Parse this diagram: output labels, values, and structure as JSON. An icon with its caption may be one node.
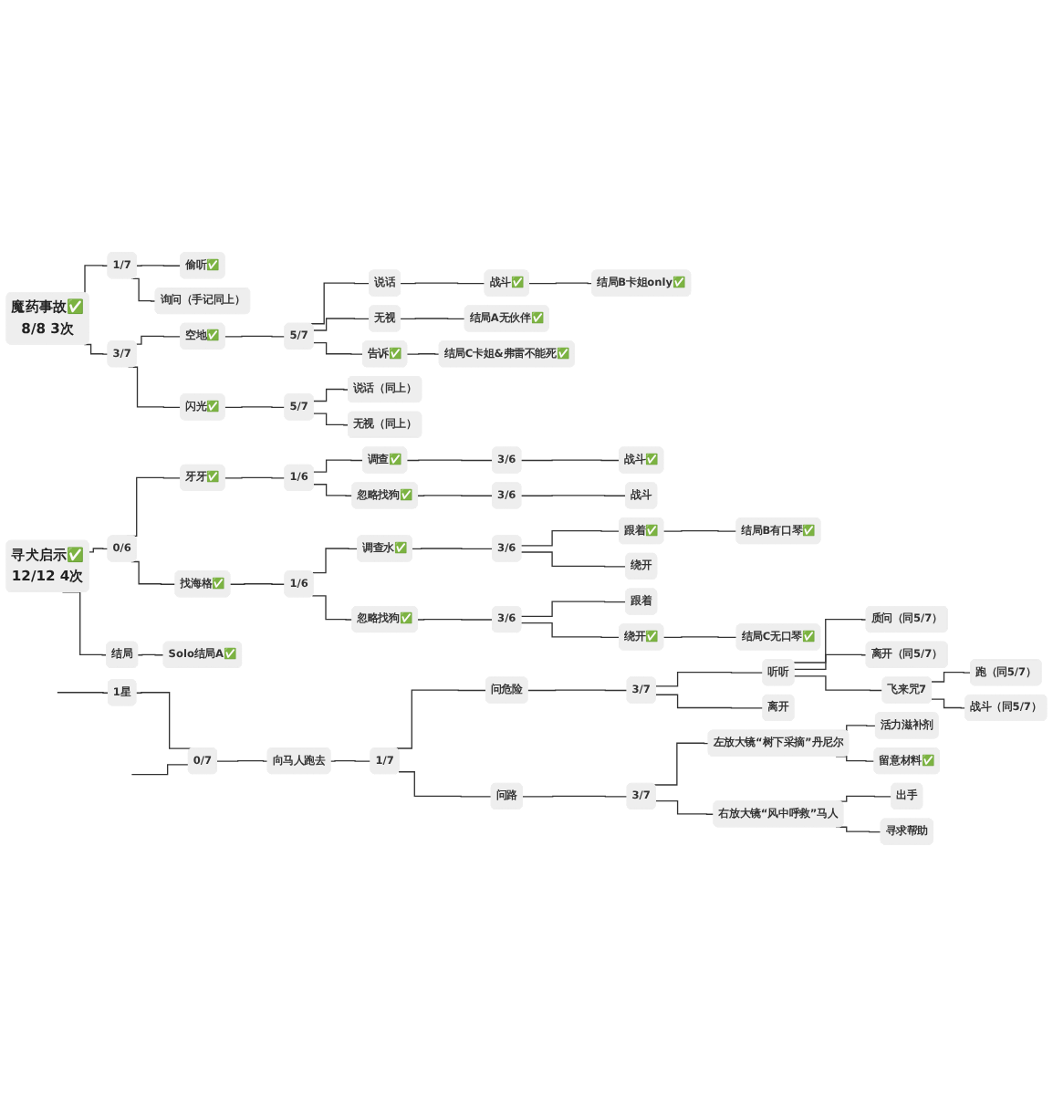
{
  "diagram": {
    "nodes": [
      {
        "text": [
          "魔药事故✅",
          "8/8 3次"
        ]
      },
      {
        "text": [
          "1/7"
        ]
      },
      {
        "text": [
          "偷听✅"
        ]
      },
      {
        "text": [
          "询问（手记同上）"
        ]
      },
      {
        "text": [
          "3/7"
        ]
      },
      {
        "text": [
          "空地✅"
        ]
      },
      {
        "text": [
          "5/7"
        ]
      },
      {
        "text": [
          "说话"
        ]
      },
      {
        "text": [
          "战斗✅"
        ]
      },
      {
        "text": [
          "结局B卡姐only✅"
        ]
      },
      {
        "text": [
          "无视"
        ]
      },
      {
        "text": [
          "结局A无伙伴✅"
        ]
      },
      {
        "text": [
          "告诉✅"
        ]
      },
      {
        "text": [
          "结局C卡姐&弗雷不能死✅"
        ]
      },
      {
        "text": [
          "闪光✅"
        ]
      },
      {
        "text": [
          "5/7"
        ]
      },
      {
        "text": [
          "说话（同上）"
        ]
      },
      {
        "text": [
          "无视（同上）"
        ]
      },
      {
        "text": [
          "寻犬启示✅",
          "12/12 4次"
        ]
      },
      {
        "text": [
          "0/6"
        ]
      },
      {
        "text": [
          "牙牙✅"
        ]
      },
      {
        "text": [
          "1/6"
        ]
      },
      {
        "text": [
          "调查✅"
        ]
      },
      {
        "text": [
          "3/6"
        ]
      },
      {
        "text": [
          "战斗✅"
        ]
      },
      {
        "text": [
          "忽略找狗✅"
        ]
      },
      {
        "text": [
          "3/6"
        ]
      },
      {
        "text": [
          "战斗"
        ]
      },
      {
        "text": [
          "找海格✅"
        ]
      },
      {
        "text": [
          "1/6"
        ]
      },
      {
        "text": [
          "调查水✅"
        ]
      },
      {
        "text": [
          "3/6"
        ]
      },
      {
        "text": [
          "跟着✅"
        ]
      },
      {
        "text": [
          "结局B有口琴✅"
        ]
      },
      {
        "text": [
          "绕开"
        ]
      },
      {
        "text": [
          "忽略找狗✅"
        ]
      },
      {
        "text": [
          "3/6"
        ]
      },
      {
        "text": [
          "跟着"
        ]
      },
      {
        "text": [
          "绕开✅"
        ]
      },
      {
        "text": [
          "结局C无口琴✅"
        ]
      },
      {
        "text": [
          "结局"
        ]
      },
      {
        "text": [
          "Solo结局A✅"
        ]
      },
      {
        "text": [
          "1星"
        ]
      },
      {
        "text": [
          "0/7"
        ]
      },
      {
        "text": [
          "向马人跑去"
        ]
      },
      {
        "text": [
          "1/7"
        ]
      },
      {
        "text": [
          "问危险"
        ]
      },
      {
        "text": [
          "3/7"
        ]
      },
      {
        "text": [
          "听听"
        ]
      },
      {
        "text": [
          "质问（同5/7）"
        ]
      },
      {
        "text": [
          "离开（同5/7）"
        ]
      },
      {
        "text": [
          "飞来咒7"
        ]
      },
      {
        "text": [
          "跑（同5/7）"
        ]
      },
      {
        "text": [
          "战斗（同5/7）"
        ]
      },
      {
        "text": [
          "离开"
        ]
      },
      {
        "text": [
          "问路"
        ]
      },
      {
        "text": [
          "3/7"
        ]
      },
      {
        "text": [
          "左放大镜“树下采摘”丹尼尔"
        ]
      },
      {
        "text": [
          "活力滋补剂"
        ]
      },
      {
        "text": [
          "留意材料✅"
        ]
      },
      {
        "text": [
          "右放大镜“风中呼救”马人"
        ]
      },
      {
        "text": [
          "出手"
        ]
      },
      {
        "text": [
          "寻求帮助"
        ]
      }
    ],
    "edges": [
      {
        "from": 0,
        "to": 1,
        "arrow": "none"
      },
      {
        "from": 1,
        "to": 2,
        "arrow": "none"
      },
      {
        "from": 1,
        "to": 3,
        "arrow": "none"
      },
      {
        "from": 0,
        "to": 4,
        "arrow": "none"
      },
      {
        "from": 4,
        "to": 5,
        "arrow": "none"
      },
      {
        "from": 5,
        "to": 6,
        "arrow": "none"
      },
      {
        "from": 6,
        "to": 7,
        "arrow": "none"
      },
      {
        "from": 7,
        "to": 8,
        "arrow": "none"
      },
      {
        "from": 8,
        "to": 9,
        "arrow": "none"
      },
      {
        "from": 6,
        "to": 10,
        "arrow": "none"
      },
      {
        "from": 10,
        "to": 11,
        "arrow": "none"
      },
      {
        "from": 6,
        "to": 12,
        "arrow": "none"
      },
      {
        "from": 12,
        "to": 13,
        "arrow": "none"
      },
      {
        "from": 4,
        "to": 14,
        "arrow": "none"
      },
      {
        "from": 14,
        "to": 15,
        "arrow": "none"
      },
      {
        "from": 15,
        "to": 16,
        "arrow": "none"
      },
      {
        "from": 15,
        "to": 17,
        "arrow": "none"
      },
      {
        "from": 18,
        "to": 19,
        "arrow": "none"
      },
      {
        "from": 19,
        "to": 20,
        "arrow": "none"
      },
      {
        "from": 20,
        "to": 21,
        "arrow": "none"
      },
      {
        "from": 21,
        "to": 22,
        "arrow": "none"
      },
      {
        "from": 22,
        "to": 23,
        "arrow": "none"
      },
      {
        "from": 23,
        "to": 24,
        "arrow": "none"
      },
      {
        "from": 21,
        "to": 25,
        "arrow": "none"
      },
      {
        "from": 25,
        "to": 26,
        "arrow": "none"
      },
      {
        "from": 26,
        "to": 27,
        "arrow": "none"
      },
      {
        "from": 19,
        "to": 28,
        "arrow": "none"
      },
      {
        "from": 28,
        "to": 29,
        "arrow": "none"
      },
      {
        "from": 29,
        "to": 30,
        "arrow": "none"
      },
      {
        "from": 30,
        "to": 31,
        "arrow": "none"
      },
      {
        "from": 31,
        "to": 32,
        "arrow": "none"
      },
      {
        "from": 32,
        "to": 33,
        "arrow": "none"
      },
      {
        "from": 31,
        "to": 34,
        "arrow": "none"
      },
      {
        "from": 29,
        "to": 35,
        "arrow": "none"
      },
      {
        "from": 35,
        "to": 36,
        "arrow": "none"
      },
      {
        "from": 36,
        "to": 37,
        "arrow": "none"
      },
      {
        "from": 36,
        "to": 38,
        "arrow": "none"
      },
      {
        "from": 38,
        "to": 39,
        "arrow": "none"
      },
      {
        "from": 18,
        "to": 40,
        "arrow": "none"
      },
      {
        "from": 40,
        "to": 41,
        "arrow": "none"
      },
      {
        "from": null,
        "to": 42,
        "arrow": "none"
      },
      {
        "from": 42,
        "to": 43,
        "arrow": "none"
      },
      {
        "from": 43,
        "to": 44,
        "arrow": "none"
      },
      {
        "from": 43,
        "to": null,
        "arrow": "none"
      },
      {
        "from": 44,
        "to": 45,
        "arrow": "none"
      },
      {
        "from": 45,
        "to": 46,
        "arrow": "none"
      },
      {
        "from": 46,
        "to": 47,
        "arrow": "none"
      },
      {
        "from": 47,
        "to": 48,
        "arrow": "none"
      },
      {
        "from": 48,
        "to": 49,
        "arrow": "none"
      },
      {
        "from": 48,
        "to": 50,
        "arrow": "none"
      },
      {
        "from": 48,
        "to": 51,
        "arrow": "none"
      },
      {
        "from": 51,
        "to": 52,
        "arrow": "none"
      },
      {
        "from": 51,
        "to": 53,
        "arrow": "none"
      },
      {
        "from": 47,
        "to": 54,
        "arrow": "none"
      },
      {
        "from": 45,
        "to": 55,
        "arrow": "none"
      },
      {
        "from": 55,
        "to": 56,
        "arrow": "none"
      },
      {
        "from": 56,
        "to": 57,
        "arrow": "none"
      },
      {
        "from": 57,
        "to": 58,
        "arrow": "none"
      },
      {
        "from": 57,
        "to": 59,
        "arrow": "none"
      },
      {
        "from": 56,
        "to": 60,
        "arrow": "none"
      },
      {
        "from": 60,
        "to": 61,
        "arrow": "none"
      },
      {
        "from": 60,
        "to": 62,
        "arrow": "none"
      }
    ]
  }
}
